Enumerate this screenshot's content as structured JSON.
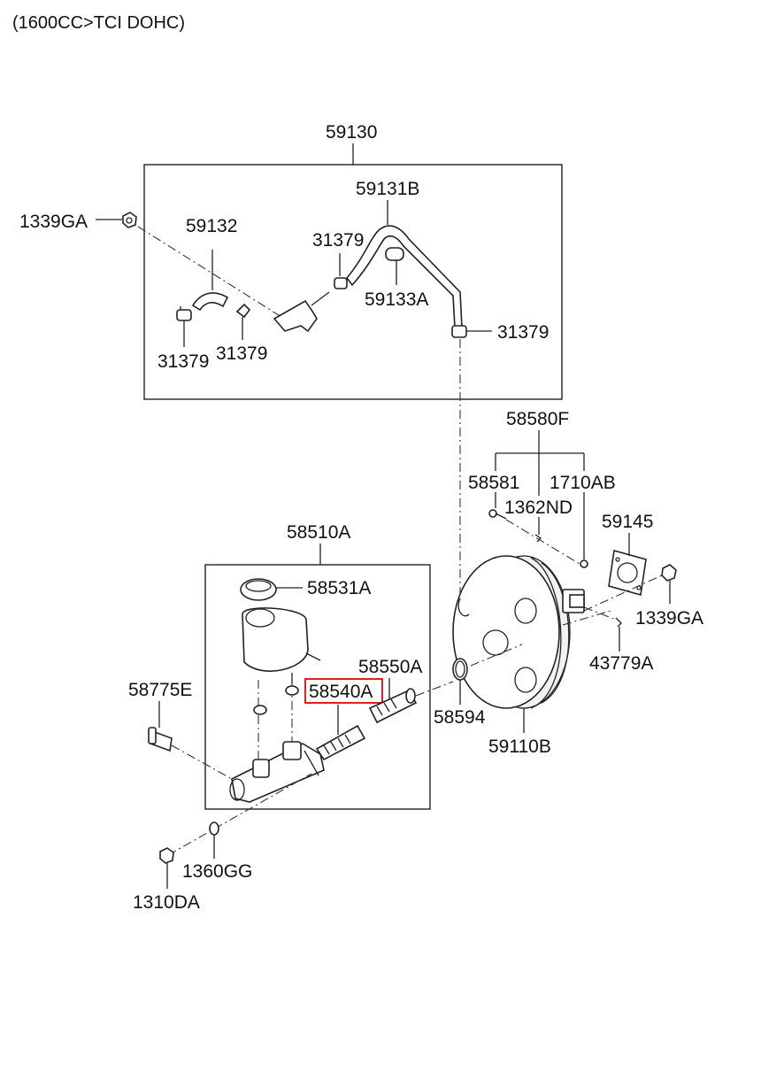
{
  "header": "(1600CC>TCI DOHC)",
  "highlight_color": "#e02020",
  "labels": {
    "p59130": "59130",
    "p59131B": "59131B",
    "p1339GA_top": "1339GA",
    "p59132": "59132",
    "p31379_a": "31379",
    "p59133A": "59133A",
    "p31379_b": "31379",
    "p31379_c": "31379",
    "p31379_d": "31379",
    "p58580F": "58580F",
    "p58581": "58581",
    "p1710AB": "1710AB",
    "p1362ND": "1362ND",
    "p59145": "59145",
    "p1339GA_right": "1339GA",
    "p43779A": "43779A",
    "p58510A": "58510A",
    "p58531A": "58531A",
    "p58550A": "58550A",
    "p58540A": "58540A",
    "p58775E": "58775E",
    "p58594": "58594",
    "p59110B": "59110B",
    "p1360GG": "1360GG",
    "p1310DA": "1310DA"
  }
}
